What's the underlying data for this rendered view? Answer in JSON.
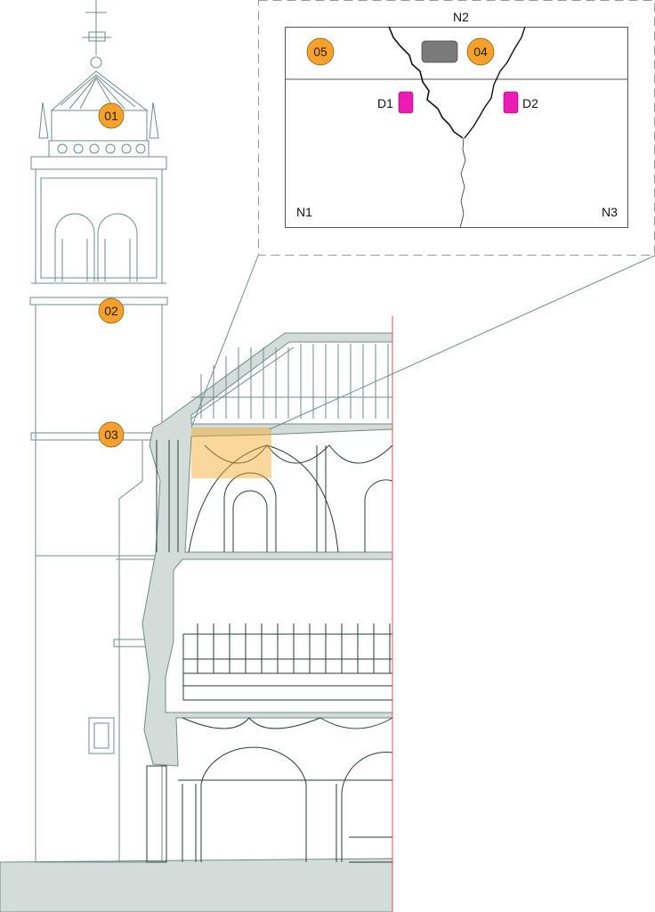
{
  "colors": {
    "marker": "#f7a12a",
    "highlight": "#f5a623",
    "sensor": "#ec1bb5",
    "device": "#7a7a7a",
    "section_line": "#d9534f",
    "wall": "#d3dcd9",
    "line": "#6f8c88"
  },
  "markers": {
    "m01": "01",
    "m02": "02",
    "m03": "03",
    "m04": "04",
    "m05": "05"
  },
  "inset": {
    "n1": "N1",
    "n2": "N2",
    "n3": "N3",
    "d1": "D1",
    "d2": "D2"
  }
}
